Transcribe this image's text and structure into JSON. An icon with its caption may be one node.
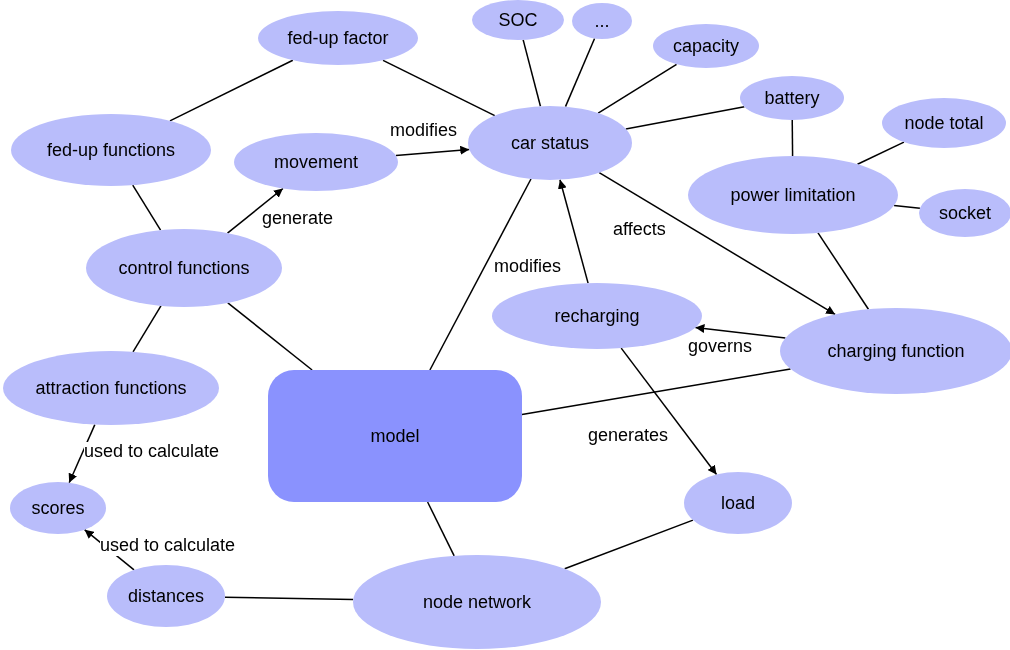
{
  "diagram": {
    "nodes": [
      {
        "text": [
          "fed-up factor"
        ]
      },
      {
        "text": [
          "SOC"
        ]
      },
      {
        "text": [
          "..."
        ]
      },
      {
        "text": [
          "capacity"
        ]
      },
      {
        "text": [
          "fed-up functions"
        ]
      },
      {
        "text": [
          "movement"
        ]
      },
      {
        "text": [
          "car status"
        ]
      },
      {
        "text": [
          "battery"
        ]
      },
      {
        "text": [
          "node total"
        ]
      },
      {
        "text": [
          "power limitation"
        ]
      },
      {
        "text": [
          "socket"
        ]
      },
      {
        "text": [
          "control functions"
        ]
      },
      {
        "text": [
          "recharging"
        ]
      },
      {
        "text": [
          "charging function"
        ]
      },
      {
        "text": [
          "attraction functions"
        ]
      },
      {
        "text": [
          "model"
        ]
      },
      {
        "text": [
          "scores"
        ]
      },
      {
        "text": [
          "load"
        ]
      },
      {
        "text": [
          "distances"
        ]
      },
      {
        "text": [
          "node network"
        ]
      }
    ],
    "edges": [
      {
        "from": 0,
        "to": 4,
        "arrow": "none"
      },
      {
        "from": 0,
        "to": 6,
        "arrow": "none"
      },
      {
        "from": 1,
        "to": 6,
        "arrow": "none"
      },
      {
        "from": 2,
        "to": 6,
        "arrow": "none"
      },
      {
        "from": 3,
        "to": 6,
        "arrow": "none"
      },
      {
        "from": 7,
        "to": 6,
        "arrow": "none"
      },
      {
        "from": 7,
        "to": 9,
        "arrow": "none"
      },
      {
        "from": 8,
        "to": 9,
        "arrow": "none"
      },
      {
        "from": 10,
        "to": 9,
        "arrow": "none"
      },
      {
        "from": 9,
        "to": 13,
        "arrow": "none"
      },
      {
        "from": 4,
        "to": 11,
        "arrow": "none"
      },
      {
        "from": 11,
        "to": 5,
        "arrow": "to",
        "label": "generate"
      },
      {
        "from": 5,
        "to": 6,
        "arrow": "to",
        "label": "modifies"
      },
      {
        "from": 15,
        "to": 6,
        "arrow": "none"
      },
      {
        "from": 11,
        "to": 15,
        "arrow": "none"
      },
      {
        "from": 11,
        "to": 14,
        "arrow": "none"
      },
      {
        "from": 12,
        "to": 6,
        "arrow": "to",
        "label": "modifies"
      },
      {
        "from": 6,
        "to": 13,
        "arrow": "to",
        "label": "affects"
      },
      {
        "from": 13,
        "to": 12,
        "arrow": "to",
        "label": "governs"
      },
      {
        "from": 13,
        "to": 15,
        "arrow": "none"
      },
      {
        "from": 12,
        "to": 17,
        "arrow": "to",
        "label": "generates"
      },
      {
        "from": 14,
        "to": 16,
        "arrow": "to",
        "label": "used to calculate"
      },
      {
        "from": 18,
        "to": 16,
        "arrow": "to",
        "label": "used to calculate"
      },
      {
        "from": 18,
        "to": 19,
        "arrow": "none"
      },
      {
        "from": 15,
        "to": 19,
        "arrow": "none"
      },
      {
        "from": 19,
        "to": 17,
        "arrow": "none"
      }
    ]
  }
}
